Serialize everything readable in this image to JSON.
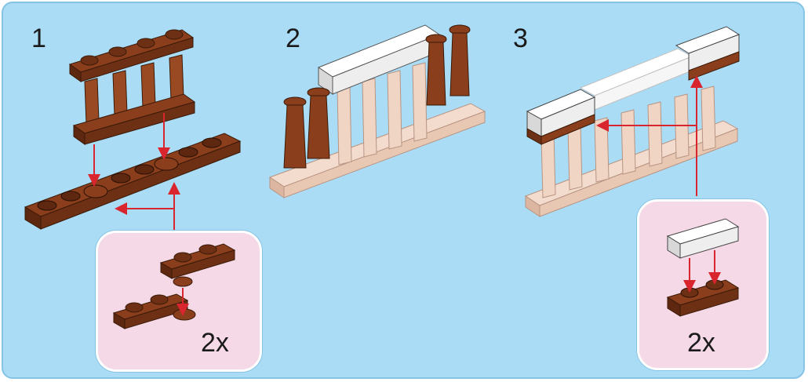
{
  "steps": [
    {
      "number": "1",
      "quantity": "2x"
    },
    {
      "number": "2"
    },
    {
      "number": "3",
      "quantity": "2x"
    }
  ],
  "colors": {
    "background": "#aadcf5",
    "callout": "#f5d9e6",
    "reddish_brown": "#8a3e1c",
    "tan_ghost": "#f0d5c4",
    "white_brick": "#ffffff",
    "arrow": "#d9262e"
  }
}
